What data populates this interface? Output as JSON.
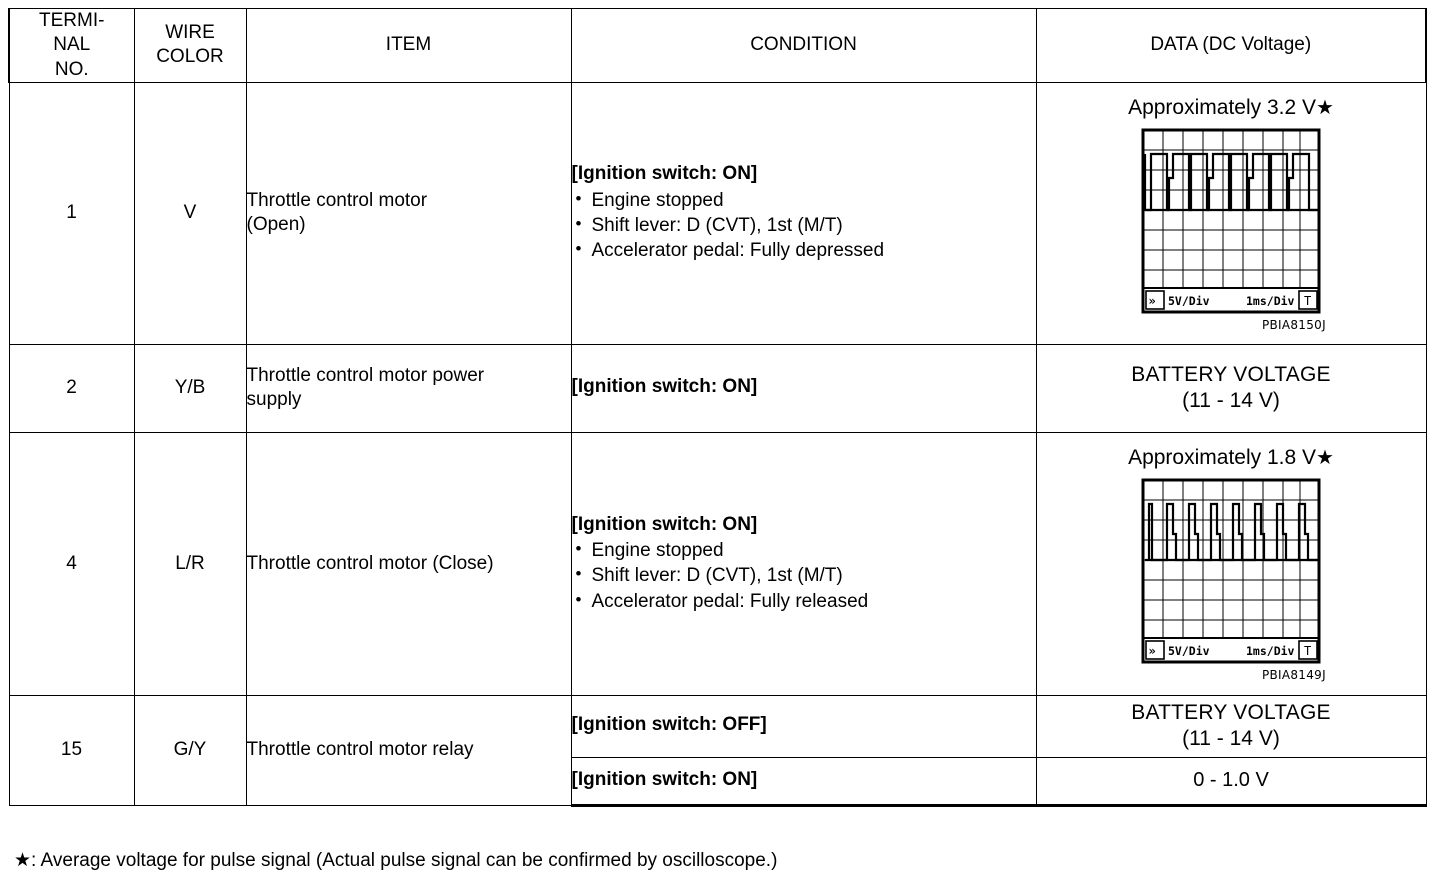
{
  "table": {
    "columns": [
      {
        "id": "terminal",
        "label": "TERMI-\nNAL\nNO."
      },
      {
        "id": "wire",
        "label": "WIRE\nCOLOR"
      },
      {
        "id": "item",
        "label": "ITEM"
      },
      {
        "id": "condition",
        "label": "CONDITION"
      },
      {
        "id": "data",
        "label": "DATA (DC Voltage)"
      }
    ],
    "header": {
      "terminal_l1": "TERMI-",
      "terminal_l2": "NAL",
      "terminal_l3": "NO.",
      "wire_l1": "WIRE",
      "wire_l2": "COLOR",
      "item": "ITEM",
      "condition": "CONDITION",
      "data": "DATA (DC Voltage)"
    },
    "rows": [
      {
        "terminal": "1",
        "wire": "V",
        "item_l1": "Throttle control motor",
        "item_l2": "(Open)",
        "condition_head": "[Ignition switch: ON]",
        "condition_bullets": [
          "Engine stopped",
          "Shift lever: D (CVT), 1st (M/T)",
          "Accelerator pedal: Fully depressed"
        ],
        "data_title": "Approximately 3.2 V",
        "data_star": "★",
        "scope": {
          "volts_div": "5V/Div",
          "time_div": "1ms/Div",
          "left_marker": "≫",
          "right_marker": "T",
          "image_id": "PBIA8150J"
        }
      },
      {
        "terminal": "2",
        "wire": "Y/B",
        "item_l1": "Throttle control motor power",
        "item_l2": "supply",
        "condition_head": "[Ignition switch: ON]",
        "condition_bullets": [],
        "data_line1": "BATTERY VOLTAGE",
        "data_line2": "(11 - 14 V)"
      },
      {
        "terminal": "4",
        "wire": "L/R",
        "item_l1": "Throttle control motor (Close)",
        "item_l2": "",
        "condition_head": "[Ignition switch: ON]",
        "condition_bullets": [
          "Engine stopped",
          "Shift lever: D (CVT), 1st (M/T)",
          "Accelerator pedal: Fully released"
        ],
        "data_title": "Approximately 1.8 V",
        "data_star": "★",
        "scope": {
          "volts_div": "5V/Div",
          "time_div": "1ms/Div",
          "left_marker": "≫",
          "right_marker": "T",
          "image_id": "PBIA8149J"
        }
      },
      {
        "terminal": "15",
        "wire": "G/Y",
        "item_l1": "Throttle control motor relay",
        "item_l2": "",
        "sub_rows": [
          {
            "condition_head": "[Ignition switch: OFF]",
            "data_line1": "BATTERY VOLTAGE",
            "data_line2": "(11 - 14 V)"
          },
          {
            "condition_head": "[Ignition switch: ON]",
            "data_line1": "0 - 1.0 V",
            "data_line2": ""
          }
        ]
      }
    ]
  },
  "footnote": {
    "star": "★",
    "text": ": Average voltage for pulse signal (Actual pulse signal can be confirmed by oscilloscope.)"
  },
  "colors": {
    "ink": "#000000",
    "paper": "#ffffff"
  }
}
